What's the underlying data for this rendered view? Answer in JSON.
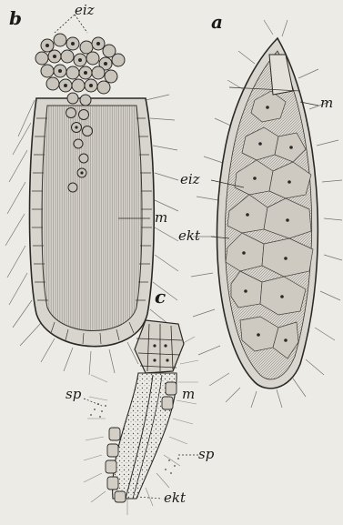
{
  "figure": {
    "panels": [
      {
        "id": "a",
        "label": "a"
      },
      {
        "id": "b",
        "label": "b"
      },
      {
        "id": "c",
        "label": "c"
      }
    ],
    "labels": {
      "eiz": "eiz",
      "m": "m",
      "ekt": "ekt",
      "sp": "sp"
    },
    "colors": {
      "paper": "#ecebe6",
      "ink": "#1b1a18",
      "shade": "#8d8a84"
    }
  }
}
